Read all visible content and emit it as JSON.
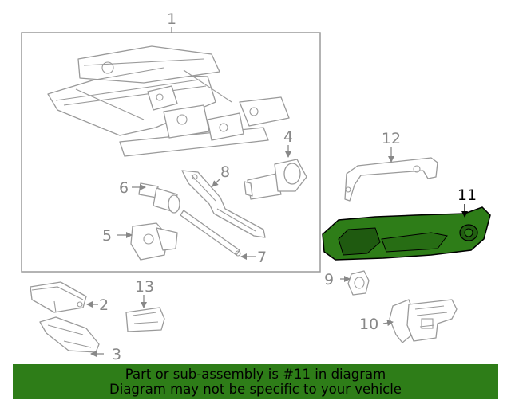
{
  "diagram": {
    "callouts": [
      "1",
      "2",
      "3",
      "4",
      "5",
      "6",
      "7",
      "8",
      "9",
      "10",
      "11",
      "12",
      "13"
    ],
    "highlighted_part": "11",
    "highlight_color": "#2e7d18",
    "part_outline_color": "#9a9a9a",
    "callout_color": "#888888"
  },
  "banner": {
    "line1": "Part or sub-assembly is #11 in diagram",
    "line2": "Diagram may not be specific to your vehicle",
    "background": "#2e7d18"
  }
}
